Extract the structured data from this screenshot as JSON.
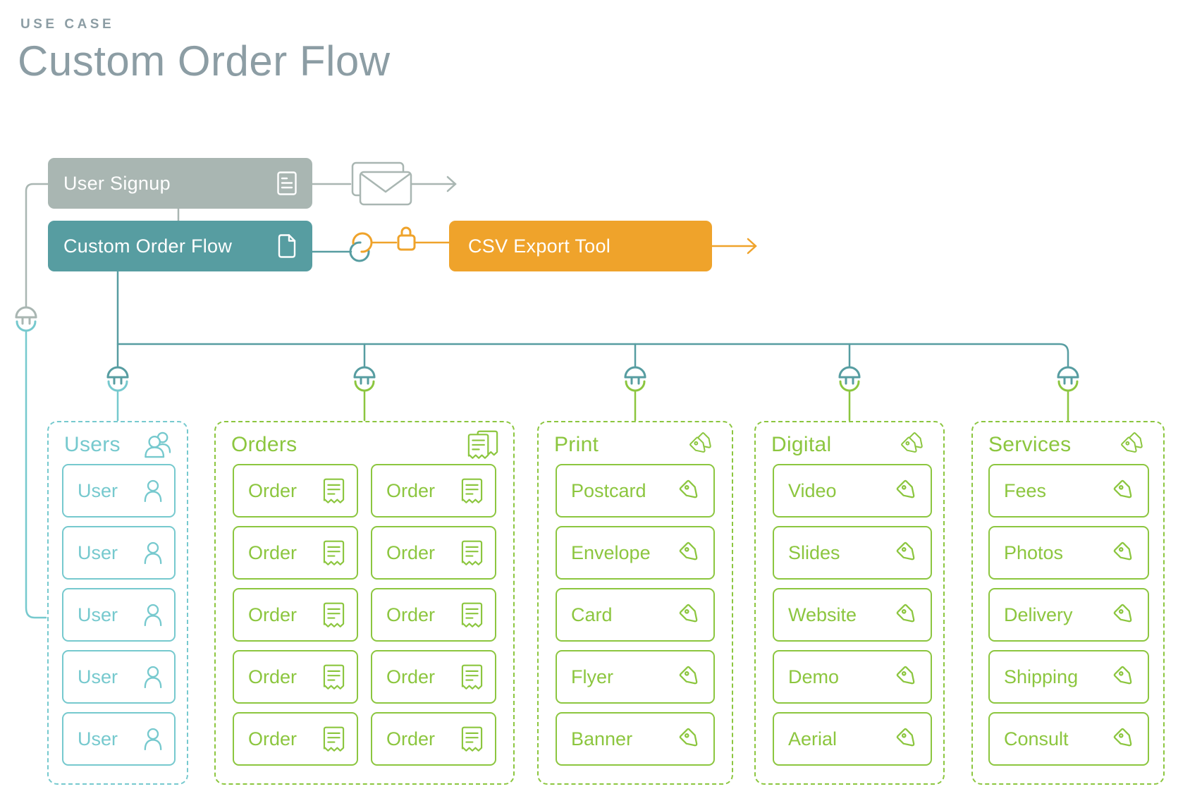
{
  "page": {
    "eyebrow": "USE CASE",
    "title": "Custom Order Flow"
  },
  "nodes": {
    "user_signup": "User Signup",
    "custom_order_flow": "Custom Order Flow",
    "csv_export_tool": "CSV Export Tool"
  },
  "icons": {
    "user_signup": "document-lines-icon",
    "custom_order_flow": "page-icon",
    "signup_output": "envelope-icon",
    "connector": "chain-hook-icon",
    "security": "lock-icon",
    "branch": "plug-icon"
  },
  "columns": [
    {
      "label": "Users",
      "icon": "users-icon",
      "item_icon": "user-icon",
      "accent": "#76c9ce",
      "items": [
        "User",
        "User",
        "User",
        "User",
        "User"
      ]
    },
    {
      "label": "Orders",
      "icon": "receipt-stack-icon",
      "item_icon": "receipt-icon",
      "accent": "#8cc63f",
      "items": [
        "Order",
        "Order",
        "Order",
        "Order",
        "Order",
        "Order",
        "Order",
        "Order",
        "Order",
        "Order"
      ]
    },
    {
      "label": "Print",
      "icon": "tags-icon",
      "item_icon": "tag-icon",
      "accent": "#8cc63f",
      "items": [
        "Postcard",
        "Envelope",
        "Card",
        "Flyer",
        "Banner"
      ]
    },
    {
      "label": "Digital",
      "icon": "tags-icon",
      "item_icon": "tag-icon",
      "accent": "#8cc63f",
      "items": [
        "Video",
        "Slides",
        "Website",
        "Demo",
        "Aerial"
      ]
    },
    {
      "label": "Services",
      "icon": "tags-icon",
      "item_icon": "tag-icon",
      "accent": "#8cc63f",
      "items": [
        "Fees",
        "Photos",
        "Delivery",
        "Shipping",
        "Consult"
      ]
    }
  ],
  "colors": {
    "teal": "#579da1",
    "light_teal": "#76c9ce",
    "green": "#8cc63f",
    "orange": "#efa32b",
    "gray": "#a9b6b2",
    "heading": "#8c9da4"
  }
}
